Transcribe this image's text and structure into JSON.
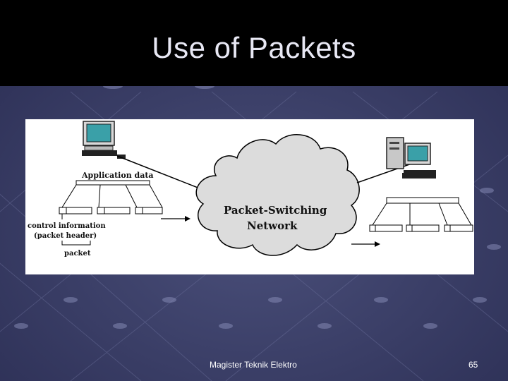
{
  "slide": {
    "title": "Use of Packets",
    "footer_text": "Magister Teknik Elektro",
    "page_number": "65"
  },
  "diagram": {
    "application_data_label": "Application data",
    "control_info_line1": "control information",
    "control_info_line2": "(packet header)",
    "packet_label": "packet",
    "network_line1": "Packet-Switching",
    "network_line2": "Network"
  },
  "colors": {
    "background": "#3b3f66",
    "title_bar": "#000000",
    "title_text": "#e8e8f4",
    "monitor_screen": "#3aa0a8",
    "cloud_fill": "#dcdcdc"
  }
}
